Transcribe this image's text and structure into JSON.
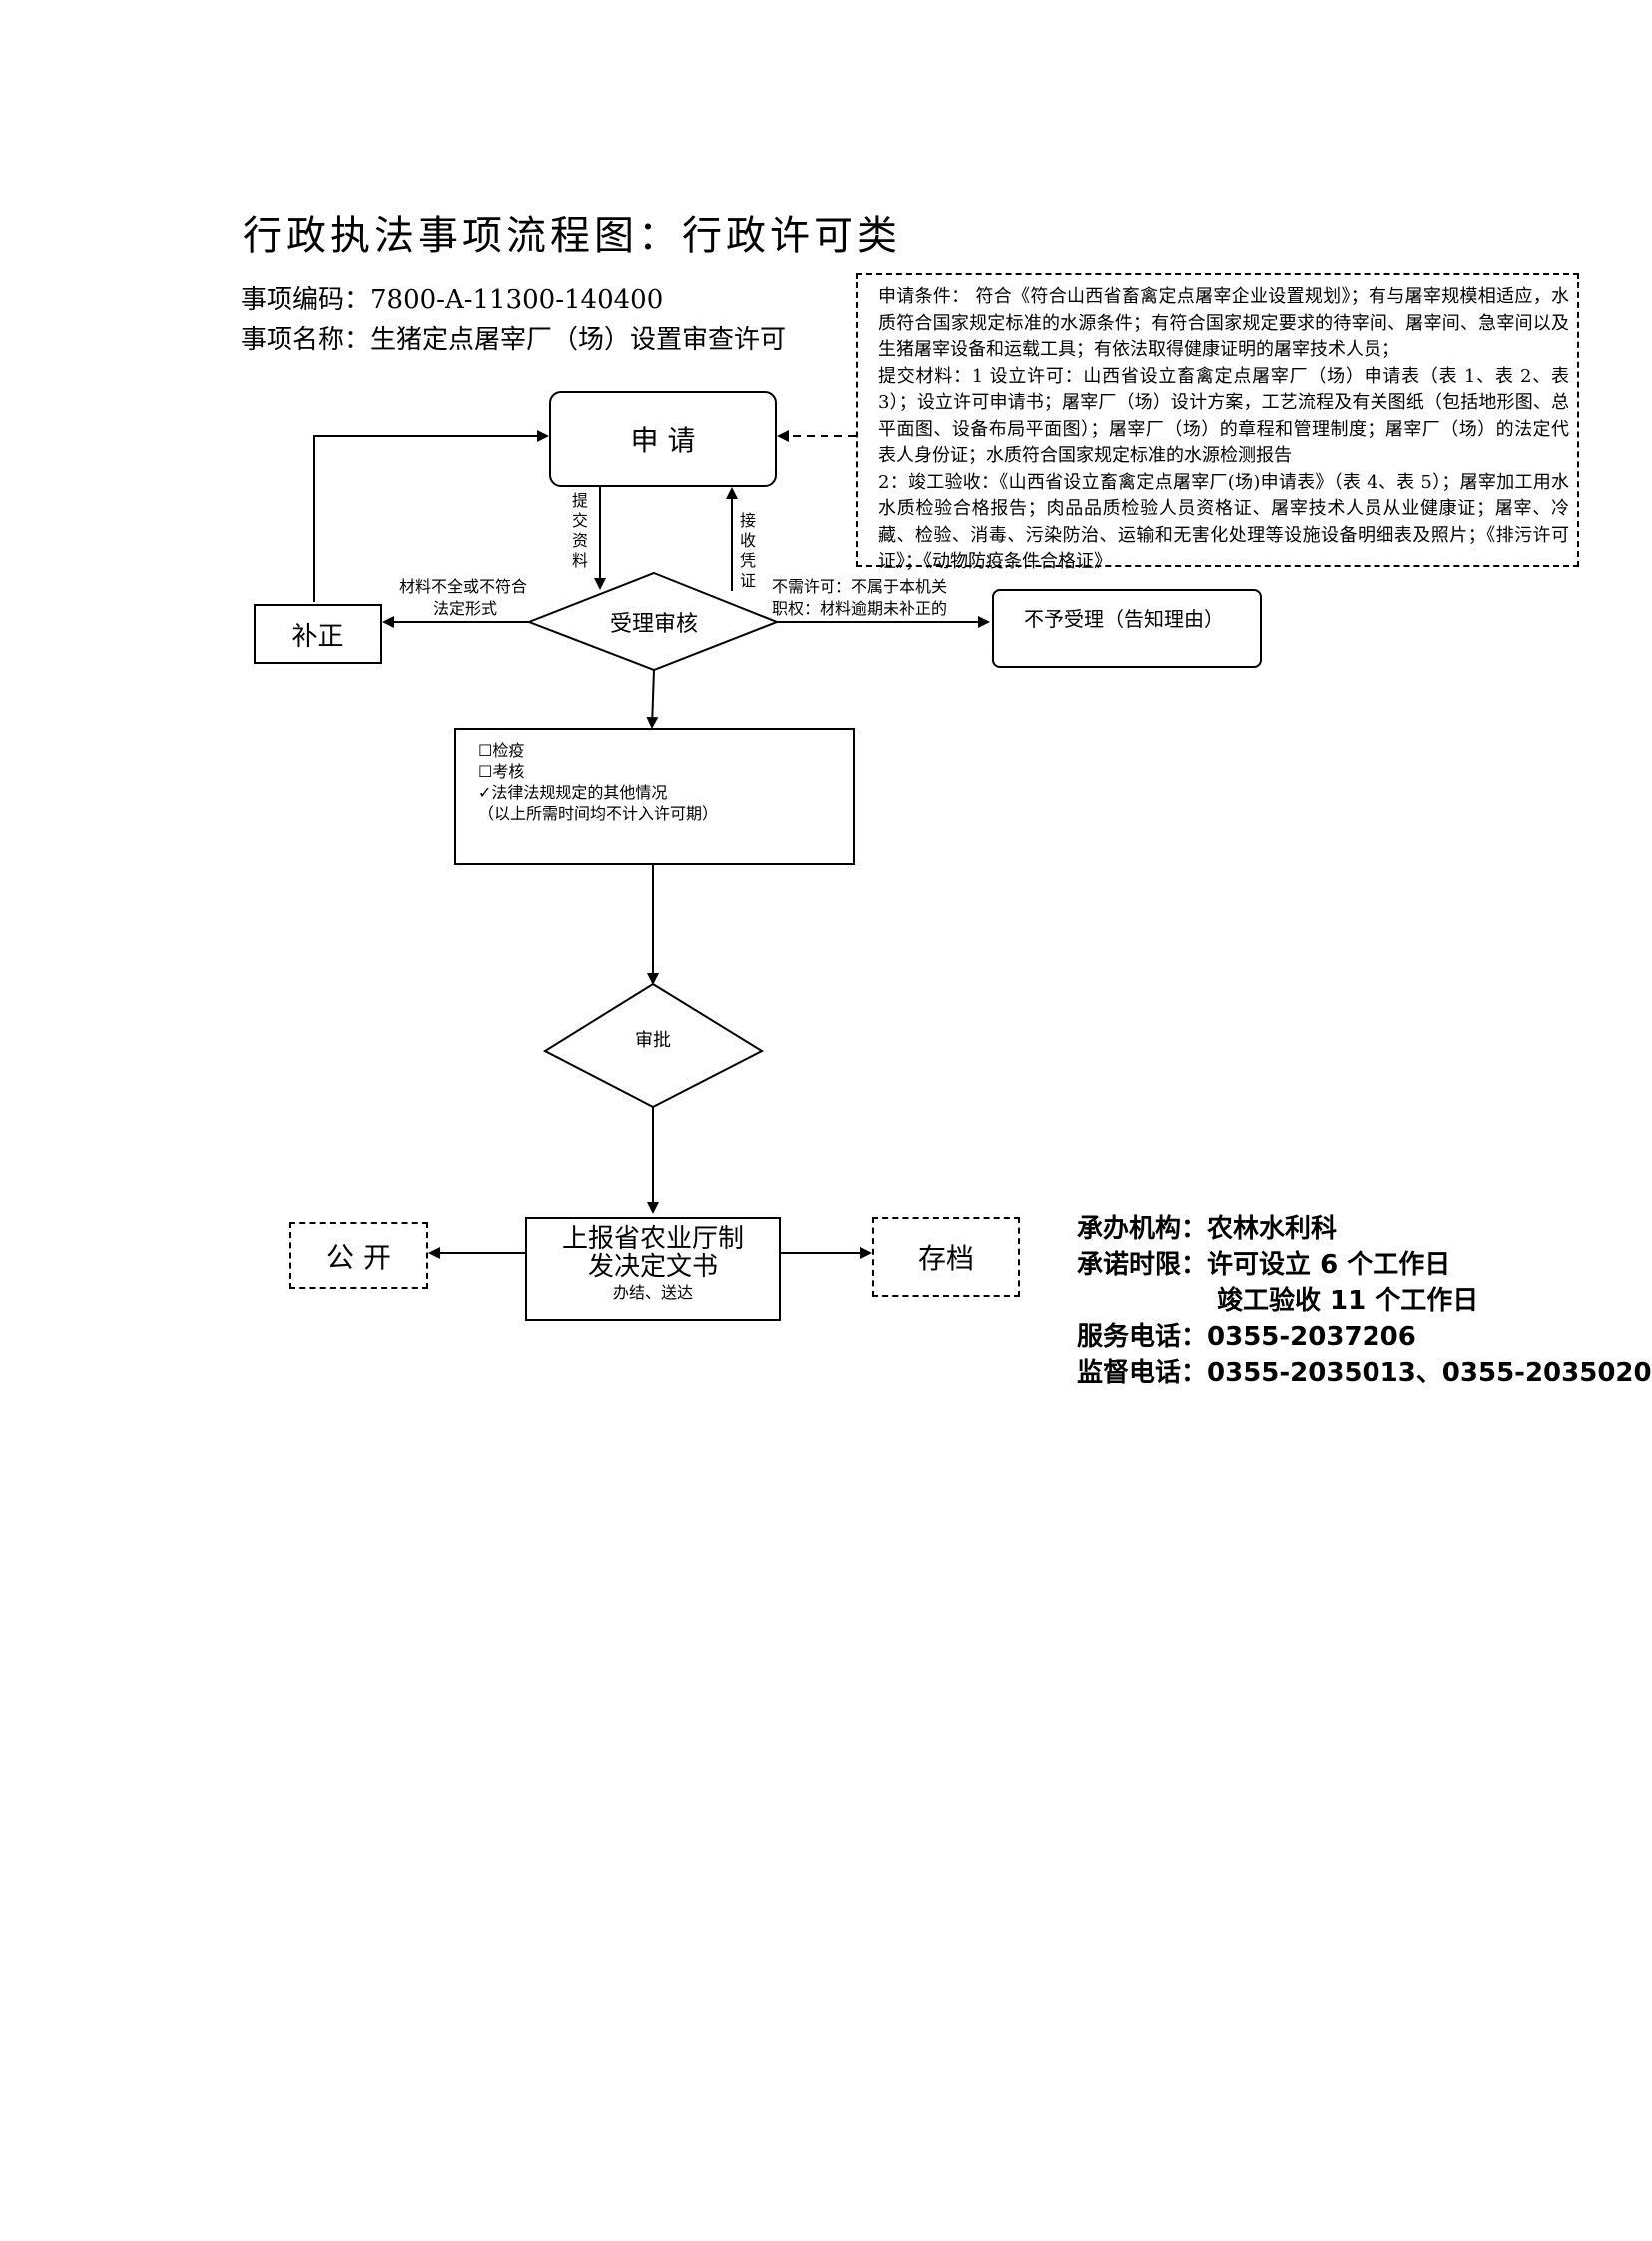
{
  "header": {
    "title": "行政执法事项流程图：行政许可类",
    "code_line": "事项编码：7800-A-11300-140400",
    "name_line": "事项名称：生猪定点屠宰厂（场）设置审查许可"
  },
  "conditions": {
    "p1": "申请条件：  符合《符合山西省畜禽定点屠宰企业设置规划》；有与屠宰规模相适应，水质符合国家规定标准的水源条件；有符合国家规定要求的待宰间、屠宰间、急宰间以及生猪屠宰设备和运载工具；有依法取得健康证明的屠宰技术人员；",
    "p2": "提交材料：1 设立许可：山西省设立畜禽定点屠宰厂（场）申请表（表 1、表 2、表 3）；设立许可申请书；屠宰厂（场）设计方案，工艺流程及有关图纸（包括地形图、总平面图、设备布局平面图）；屠宰厂（场）的章程和管理制度；屠宰厂（场）的法定代表人身份证；水质符合国家规定标准的水源检测报告",
    "p3": "2：竣工验收：《山西省设立畜禽定点屠宰厂(场)申请表》（表 4、表 5）；屠宰加工用水水质检验合格报告；肉品品质检验人员资格证、屠宰技术人员从业健康证；屠宰、冷藏、检验、消毒、污染防治、运输和无害化处理等设施设备明细表及照片；《排污许可证》；《动物防疫条件合格证》"
  },
  "flow": {
    "apply": "申 请",
    "submit_label": "提交资料",
    "receipt_label": "接收凭证",
    "review": "受理审核",
    "correct": "补正",
    "incomplete_label_1": "材料不全或不符合",
    "incomplete_label_2": "法定形式",
    "reject_label_1": "不需许可：不属于本机关",
    "reject_label_2": "职权：材料逾期未补正的",
    "reject": "不予受理（告知理由）",
    "checks": {
      "item1": "☐检疫",
      "item2": "☐考核",
      "item3": "✓法律法规规定的其他情况",
      "item4": "（以上所需时间均不计入许可期）"
    },
    "approve": "审批",
    "decision_1": "上报省农业厅制",
    "decision_2": "发决定文书",
    "decision_3": "办结、送达",
    "publish": "公 开",
    "archive": "存档"
  },
  "info": {
    "org_key": "承办机构：",
    "org_val": "农林水利科",
    "time_key": "承诺时限：",
    "time_val_1": "许可设立 6 个工作日",
    "time_val_2": "竣工验收 11 个工作日",
    "service_key": "服务电话：",
    "service_val": "0355-2037206",
    "supervise_key": "监督电话：",
    "supervise_val": "0355-2035013、0355-2035020"
  }
}
